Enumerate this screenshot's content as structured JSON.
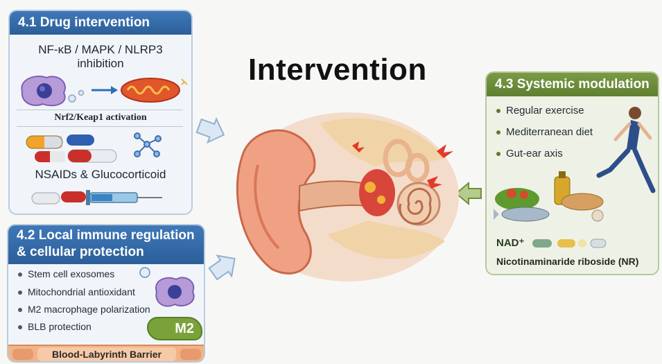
{
  "title": "Intervention",
  "panel1": {
    "heading": "4.1 Drug intervention",
    "line1": "NF-κB / MAPK / NLRP3",
    "line2": "inhibition",
    "nrf2": "Nrf2/Keap1 activation",
    "nsaids": "NSAIDs &  Glucocorticoid"
  },
  "panel2": {
    "heading1": "4.2 Local immune regulation",
    "heading2": "& cellular protection",
    "items": [
      "Stem cell exosomes",
      "Mitochondrial antioxidant",
      "M2 macrophage polarization",
      "BLB protection"
    ],
    "m2_label": "M2",
    "barrier": "Blood-Labyrinth Barrier"
  },
  "panel3": {
    "heading": "4.3 Systemic modulation",
    "items": [
      "Regular exercise",
      "Mediterranean diet",
      "Gut-ear axis"
    ],
    "nad": "NAD⁺",
    "nr": "Nicotinaminaride riboside (NR)"
  },
  "colors": {
    "blue_header": "#2c5f99",
    "green_header": "#5f7f30",
    "ear_red": "#d8453a"
  }
}
